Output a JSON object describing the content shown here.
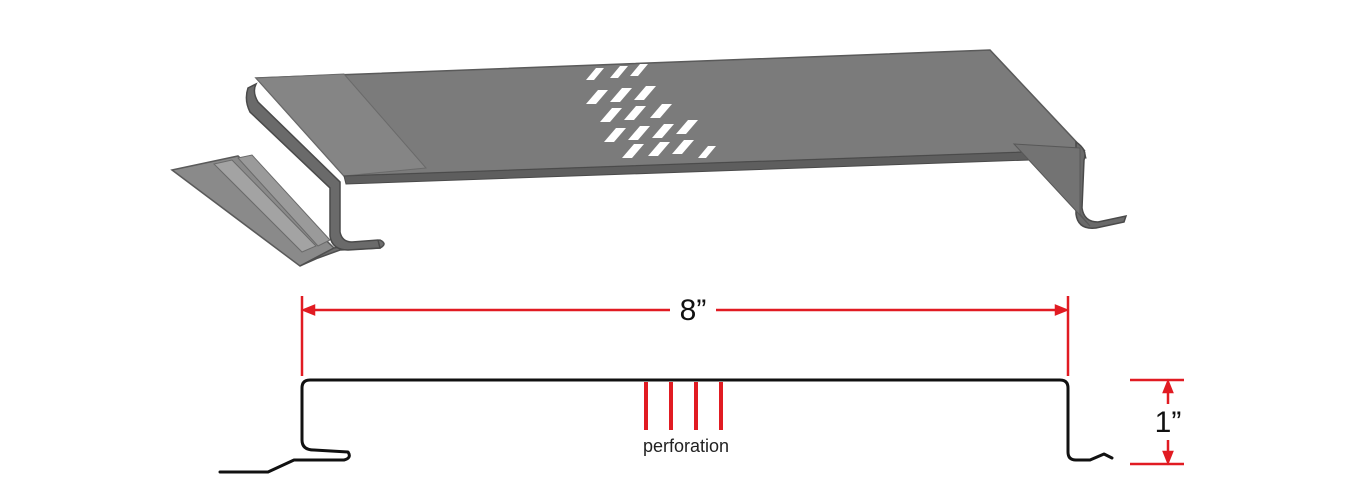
{
  "product": {
    "name": "perforated soffit panel",
    "body_color": "#7b7b7b",
    "edge_color": "#5a5a5a",
    "highlight_color": "#a9a9a9",
    "slot_color": "#ffffff"
  },
  "dimensions": {
    "width_label": "8”",
    "height_label": "1”",
    "line_color": "#e11b22"
  },
  "profile": {
    "perforation_label": "perforation",
    "perforation_count": 4,
    "stroke_color": "#111111",
    "perforation_color": "#e11b22"
  }
}
